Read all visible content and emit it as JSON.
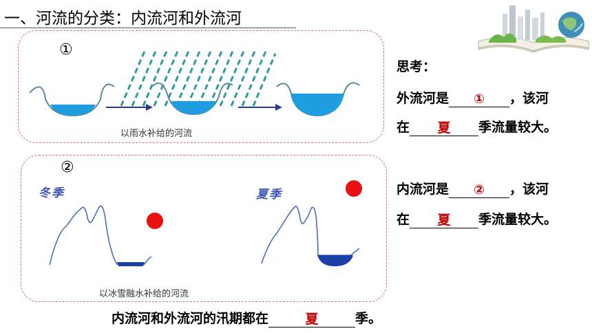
{
  "title": "一、河流的分类：内流河和外流河",
  "panel1": {
    "number": "①",
    "caption": "以雨水补给的河流"
  },
  "panel2": {
    "number": "②",
    "caption": "以冰雪融水补给的河流",
    "winter_label": "冬季",
    "summer_label": "夏季"
  },
  "think": {
    "heading": "思考：",
    "line1_prefix": "外流河是",
    "line1_answer": "①",
    "line1_suffix": "，该河",
    "line2_prefix": "在",
    "line2_answer": "夏",
    "line2_suffix": "季流量较大。",
    "line3_prefix": "内流河是",
    "line3_answer": "②",
    "line3_suffix": "，该河",
    "line4_prefix": "在",
    "line4_answer": "夏",
    "line4_suffix": "季流量较大。"
  },
  "bottom": {
    "prefix": "内流河和外流河的汛期都在",
    "answer": "夏",
    "suffix": "季。"
  },
  "colors": {
    "answer": "#c00000",
    "water": "#1e9ee0",
    "sun": "#e81010",
    "border": "#e06a78",
    "rain": "#2a9aa8"
  },
  "icons": {
    "decoration": "book-city-globe-image"
  }
}
